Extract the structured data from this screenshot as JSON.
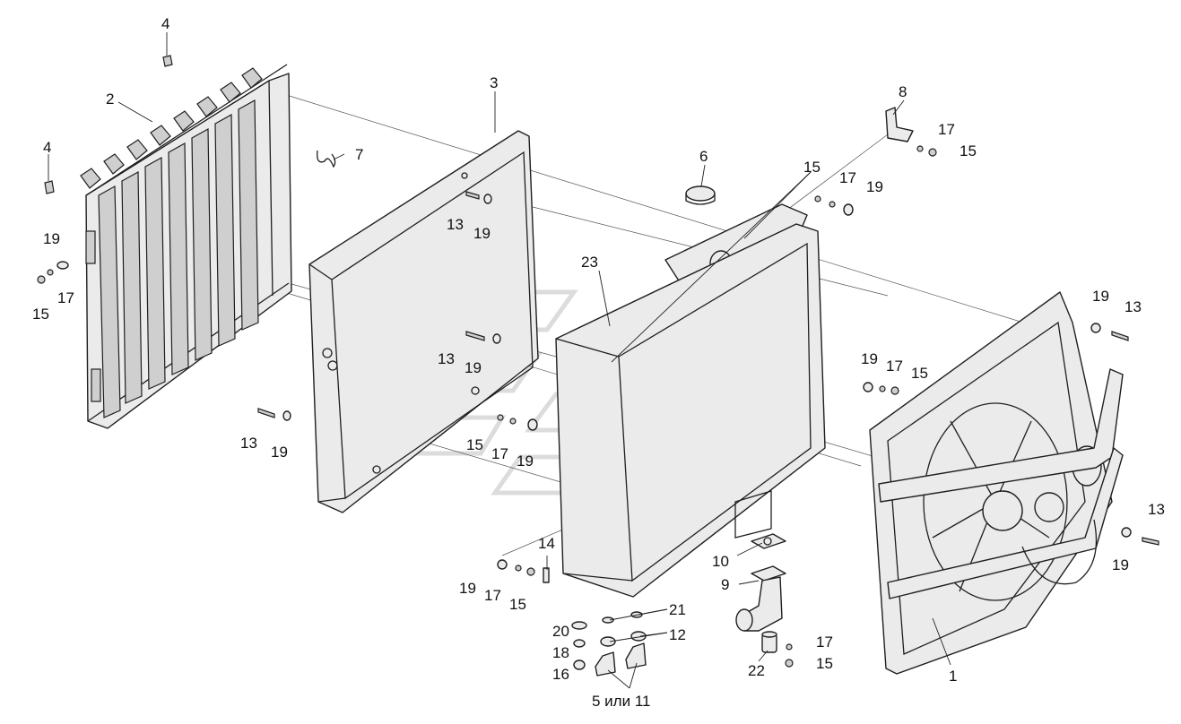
{
  "labels": {
    "n1": "1",
    "n2": "2",
    "n3": "3",
    "n4a": "4",
    "n4b": "4",
    "n6": "6",
    "n7": "7",
    "n8": "8",
    "n9": "9",
    "n10": "10",
    "n12": "12",
    "n14": "14",
    "n16": "16",
    "n18": "18",
    "n20": "20",
    "n21": "21",
    "n22": "22",
    "n23": "23",
    "n13a": "13",
    "n13b": "13",
    "n13c": "13",
    "n13d": "13",
    "n13e": "13",
    "n15a": "15",
    "n15b": "15",
    "n15c": "15",
    "n15d": "15",
    "n15e": "15",
    "n15f": "15",
    "n15g": "15",
    "n17a": "17",
    "n17b": "17",
    "n17c": "17",
    "n17d": "17",
    "n17e": "17",
    "n17f": "17",
    "n17g": "17",
    "n19a": "19",
    "n19b": "19",
    "n19c": "19",
    "n19d": "19",
    "n19e": "19",
    "n19f": "19",
    "n19g": "19",
    "n19h": "19",
    "n19i": "19",
    "n5or11": "5 или 11"
  }
}
